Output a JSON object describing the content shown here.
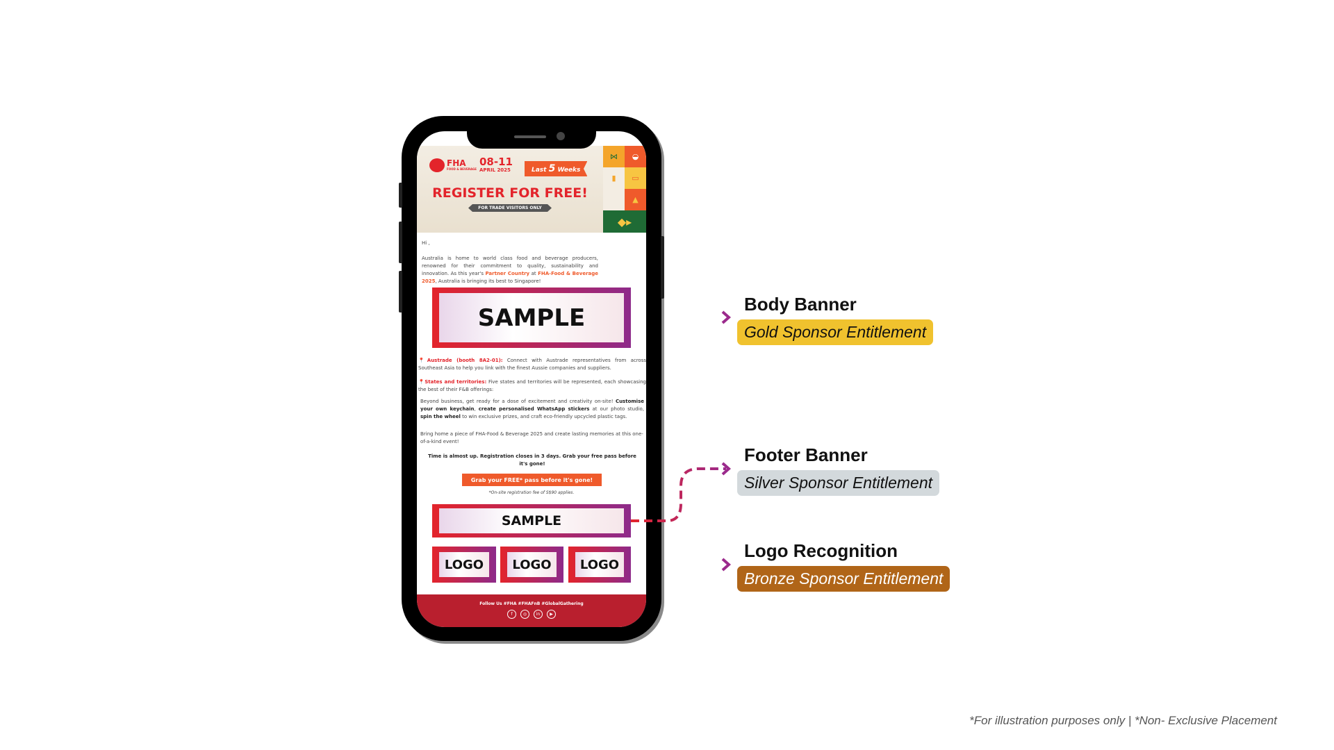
{
  "email": {
    "brand": "FHA",
    "brand_sub": "FOOD & BEVERAGE",
    "dates": "08-11",
    "month": "APRIL 2025",
    "weeks_pre": "Last",
    "weeks_num": "5",
    "weeks_post": "Weeks",
    "register": "REGISTER FOR FREE!",
    "trade": "FOR TRADE VISITORS ONLY",
    "greeting": "Hi ,",
    "intro_1": "Australia is home to world class food and beverage producers, renowned for their commitment to quality, sustainability and innovation. As this year's ",
    "intro_partner": "Partner Country",
    "intro_2": " at ",
    "intro_event": "FHA-Food & Beverage 2025",
    "intro_3": ", Australia is bringing its best to Singapore!",
    "body_banner": "SAMPLE",
    "austrade_h": "Austrade (booth 8A2-01):",
    "austrade_t": " Connect with Austrade representatives from across Southeast Asia to help you link with the finest Aussie companies and suppliers.",
    "states_h": "States and territories:",
    "states_t": " Five states and territories will be represented, each showcasing the best of their F&B offerings:",
    "beyond_1": "Beyond business, get ready for a dose of excitement and creativity on-site! ",
    "beyond_b1": "Customise your own keychain",
    "beyond_2": ", ",
    "beyond_b2": "create personalised WhatsApp stickers",
    "beyond_3": " at our photo studio, ",
    "beyond_b3": "spin the wheel",
    "beyond_4": " to win exclusive prizes, and craft eco-friendly upcycled plastic tags.",
    "bring": "Bring home a piece of FHA-Food & Beverage 2025 and create lasting memories at this one-of-a-kind event!",
    "time": "Time is almost up. Registration closes in 3 days. Grab your free pass before it's gone!",
    "cta": "Grab your FREE* pass before it's gone!",
    "fee": "*On-site registration fee of S$90 applies.",
    "footer_banner": "SAMPLE",
    "logos": [
      "LOGO",
      "LOGO",
      "LOGO"
    ],
    "follow": "Follow Us  #FHA #FHAFnB #GlobalGathering",
    "social": [
      "facebook-icon",
      "instagram-icon",
      "linkedin-icon",
      "youtube-icon"
    ]
  },
  "annotations": [
    {
      "title": "Body Banner",
      "tier": "Gold Sponsor Entitlement",
      "color": "#f0c22e"
    },
    {
      "title": "Footer Banner",
      "tier": "Silver Sponsor Entitlement",
      "color": "#d3d9dc"
    },
    {
      "title": "Logo Recognition",
      "tier": "Bronze Sponsor Entitlement",
      "color": "#b06518"
    }
  ],
  "footnote": "*For illustration purposes only | *Non- Exclusive Placement"
}
